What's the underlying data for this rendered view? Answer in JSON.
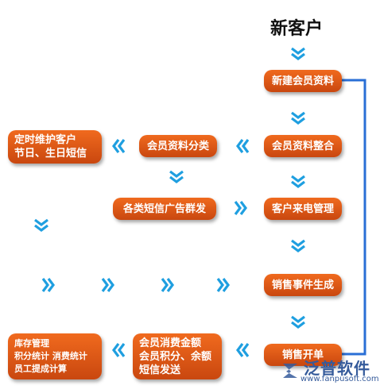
{
  "title": "新客户",
  "nodes": {
    "new_member": "新建会员资料",
    "consolidate": "会员资料整合",
    "classify": "会员资料分类",
    "maintain": [
      "定时维护客户",
      "节日、生日短信"
    ],
    "broadcast": "各类短信广告群发",
    "call_center": "客户来电管理",
    "sales_event": "销售事件生成",
    "sales_order": "销售开单",
    "member_consumption": [
      "会员消费金额",
      "会员积分、余额",
      "短信发送"
    ],
    "stats": [
      "库存管理",
      "积分统计 消费统计",
      "员工提成计算"
    ]
  },
  "watermark": {
    "brand": "泛普软件",
    "url": "www.fanpusoft.com"
  },
  "colors": {
    "box": "#e05a17",
    "arrow": "#1f9fe0",
    "connector": "#2a6fd6"
  }
}
